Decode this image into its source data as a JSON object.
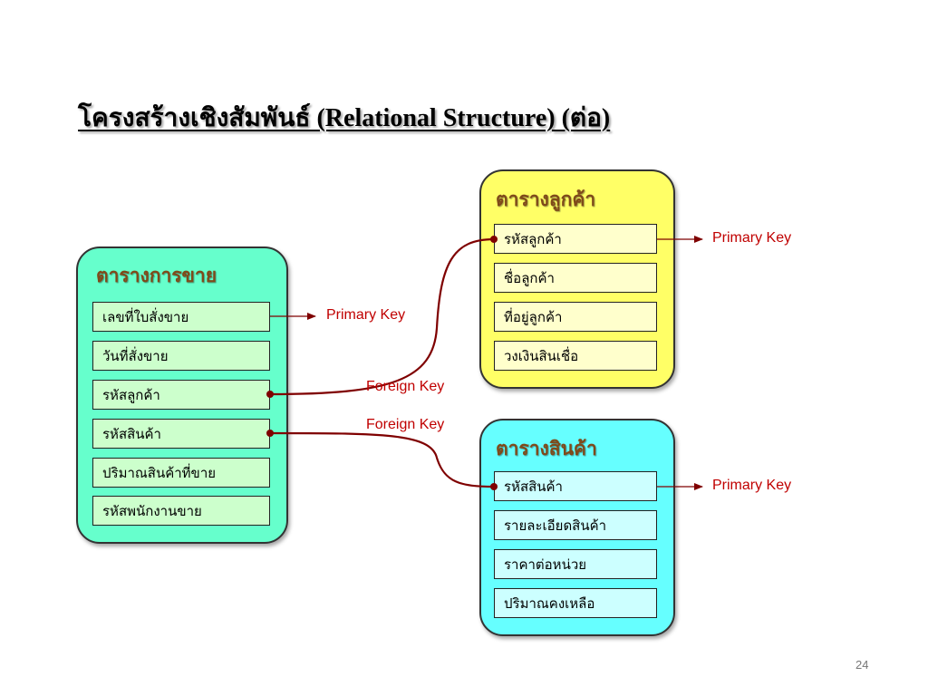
{
  "title": "โครงสร้างเชิงสัมพันธ์ (Relational Structure) (ต่อ)",
  "page_number": "24",
  "colors": {
    "sales_bg": "#66ffcc",
    "sales_field": "#ccffcc",
    "customer_bg": "#ffff66",
    "customer_field": "#ffffcc",
    "product_bg": "#66ffff",
    "product_field": "#ccffff",
    "connector": "#7f0000",
    "key_label": "#c00000"
  },
  "tables": {
    "sales": {
      "title": "ตารางการขาย",
      "fields": [
        "เลขที่ใบสั่งขาย",
        "วันที่สั่งขาย",
        "รหัสลูกค้า",
        "รหัสสินค้า",
        "ปริมาณสินค้าที่ขาย",
        "รหัสพนักงานขาย"
      ]
    },
    "customer": {
      "title": "ตารางลูกค้า",
      "fields": [
        "รหัสลูกค้า",
        "ชื่อลูกค้า",
        "ที่อยู่ลูกค้า",
        "วงเงินสินเชื่อ"
      ]
    },
    "product": {
      "title": "ตารางสินค้า",
      "fields": [
        "รหัสสินค้า",
        "รายละเอียดสินค้า",
        "ราคาต่อหน่วย",
        "ปริมาณคงเหลือ"
      ]
    }
  },
  "labels": {
    "sales_pk": "Primary Key",
    "customer_pk": "Primary Key",
    "product_pk": "Primary Key",
    "fk_customer": "Foreign Key",
    "fk_product": "Foreign Key"
  }
}
